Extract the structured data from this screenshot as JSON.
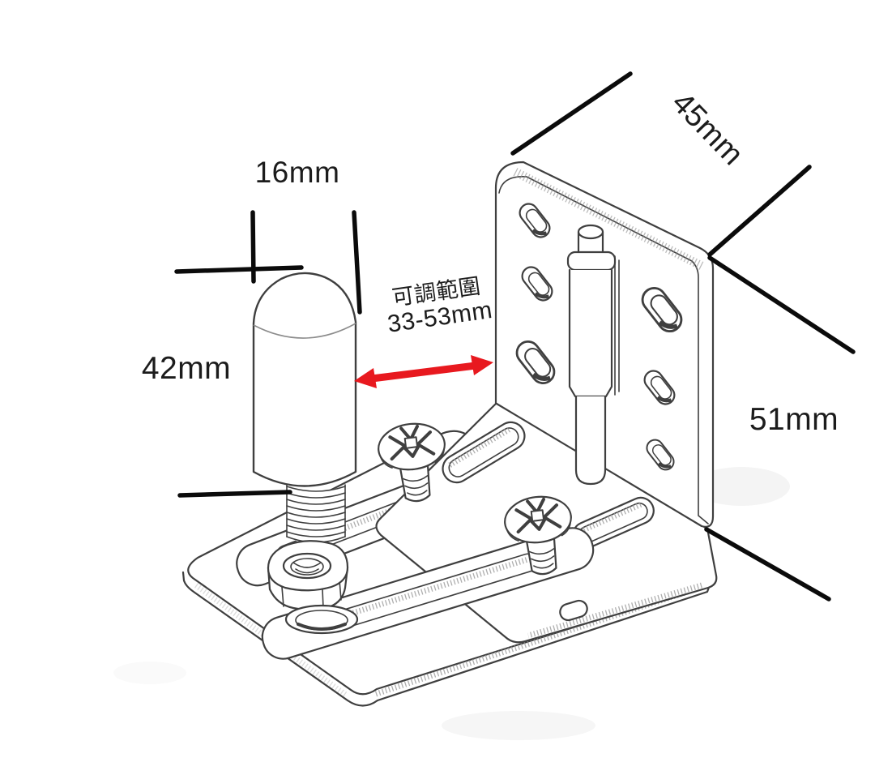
{
  "figure": {
    "type": "hardware-dimension-diagram",
    "subject": "adjustable pivot floor-guide bracket",
    "labels": {
      "pin_diameter": "16mm",
      "pin_height": "42mm",
      "bracket_width": "45mm",
      "bracket_height": "51mm",
      "adjust_range_title": "可調範圍",
      "adjust_range_value": "33-53mm"
    },
    "colors": {
      "arrow": "#e8191f",
      "line": "#3f3f3f",
      "leader": "#0b0b0b",
      "text": "#1c1c1c",
      "background": "#ffffff"
    }
  }
}
